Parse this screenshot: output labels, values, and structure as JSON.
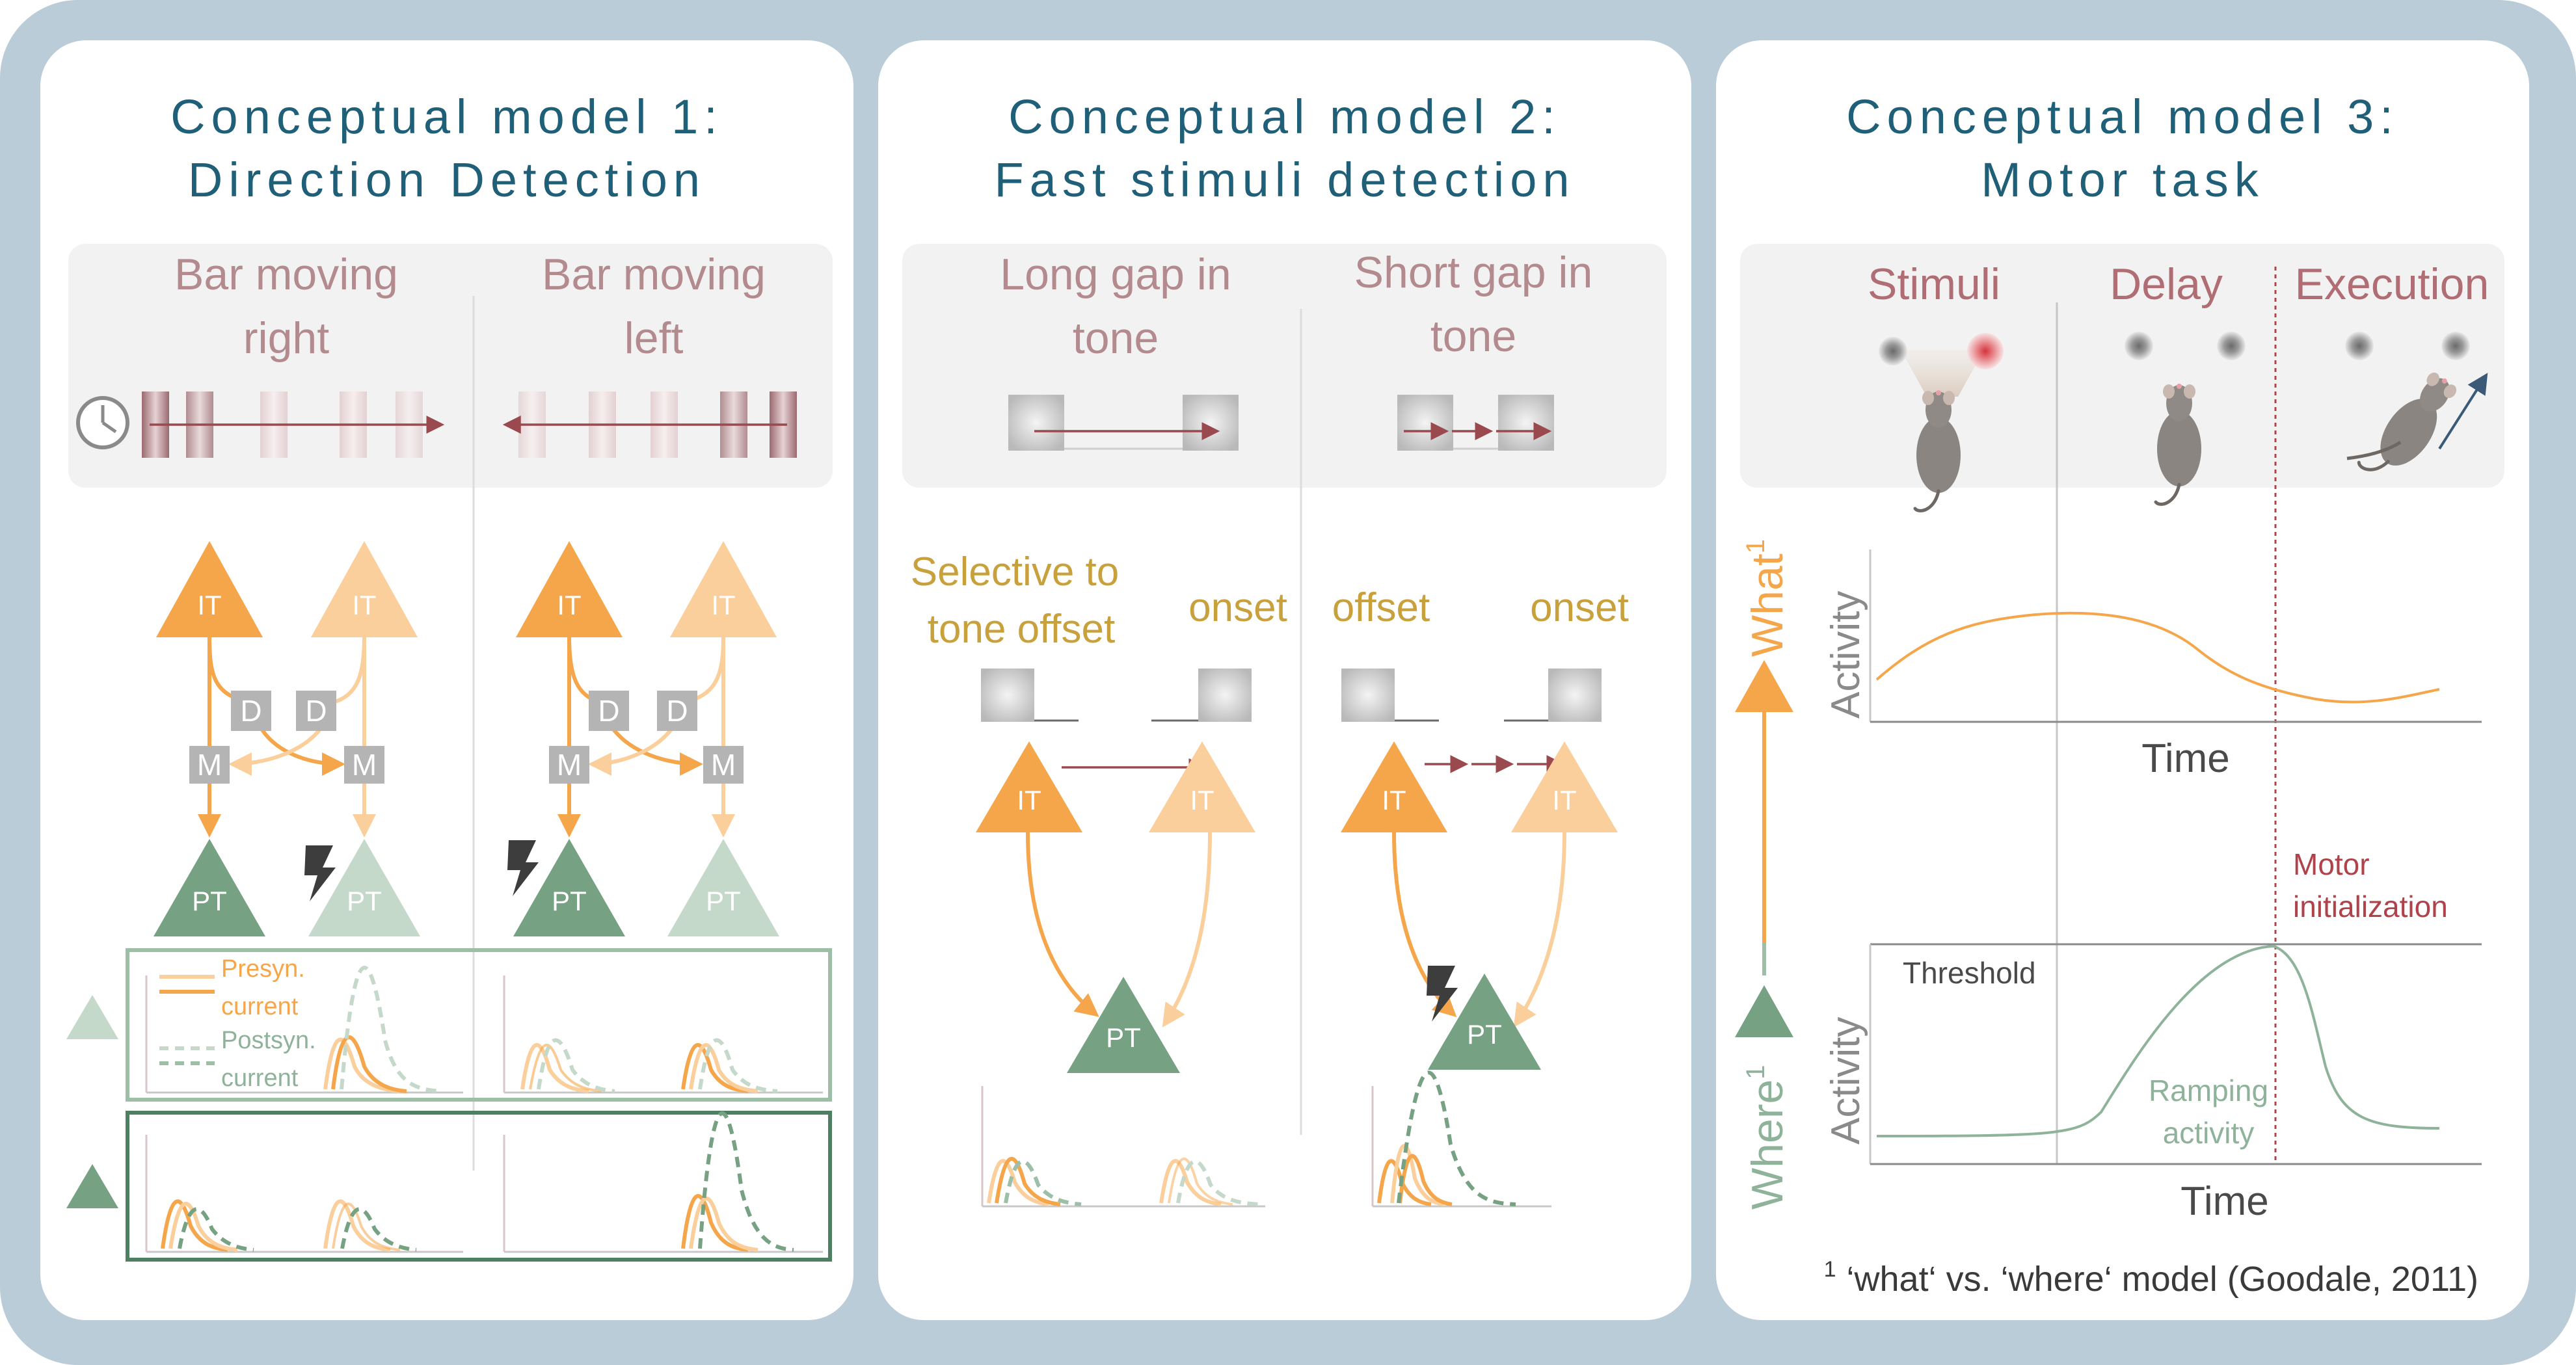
{
  "colors": {
    "frame": "#b9ccd8",
    "panel": "#ffffff",
    "title": "#1f5f78",
    "stimulus_band": "#f2f2f2",
    "stimulus_label": "#b38b8f",
    "it_dark": "#f5a64a",
    "it_light": "#fbcf9b",
    "pt_dark": "#76a283",
    "pt_light": "#c5d9cb",
    "label_gold": "#c9a13c",
    "arrow_red": "#9a4a4e",
    "relay_box": "#b4b4b4",
    "box_light_border": "#9dbfa8",
    "box_dark_border": "#4f7f62",
    "motor_red": "#b0424a"
  },
  "panels": {
    "model1": {
      "title_line1": "Conceptual model 1:",
      "title_line2": "Direction Detection",
      "stimuli": [
        {
          "line1": "Bar moving",
          "line2": "right"
        },
        {
          "line1": "Bar moving",
          "line2": "left"
        }
      ],
      "neurons": {
        "it": "IT",
        "pt": "PT",
        "delay": "D",
        "modulator": "M"
      },
      "legend": {
        "presyn_line1": "Presyn.",
        "presyn_line2": "current",
        "postsyn_line1": "Postsyn.",
        "postsyn_line2": "current"
      }
    },
    "model2": {
      "title_line1": "Conceptual model 2:",
      "title_line2": "Fast stimuli detection",
      "stimuli": [
        {
          "line1": "Long gap in",
          "line2": "tone"
        },
        {
          "line1": "Short gap in",
          "line2": "tone"
        }
      ],
      "labels": {
        "selective_line1": "Selective to",
        "selective_line2": "tone offset",
        "onset": "onset",
        "offset": "offset"
      },
      "neurons": {
        "it": "IT",
        "pt": "PT"
      }
    },
    "model3": {
      "title_line1": "Conceptual model 3:",
      "title_line2": "Motor task",
      "phases": [
        "Stimuli",
        "Delay",
        "Execution"
      ],
      "axis": {
        "what": "What",
        "where": "Where",
        "superscript": "1",
        "activity": "Activity",
        "time": "Time"
      },
      "annotations": {
        "motor_line1": "Motor",
        "motor_line2": "initialization",
        "threshold": "Threshold",
        "ramping_line1": "Ramping",
        "ramping_line2": "activity"
      },
      "footnote": "‘what‘ vs. ‘where‘ model (Goodale, 2011)",
      "footnote_mark": "1"
    }
  }
}
